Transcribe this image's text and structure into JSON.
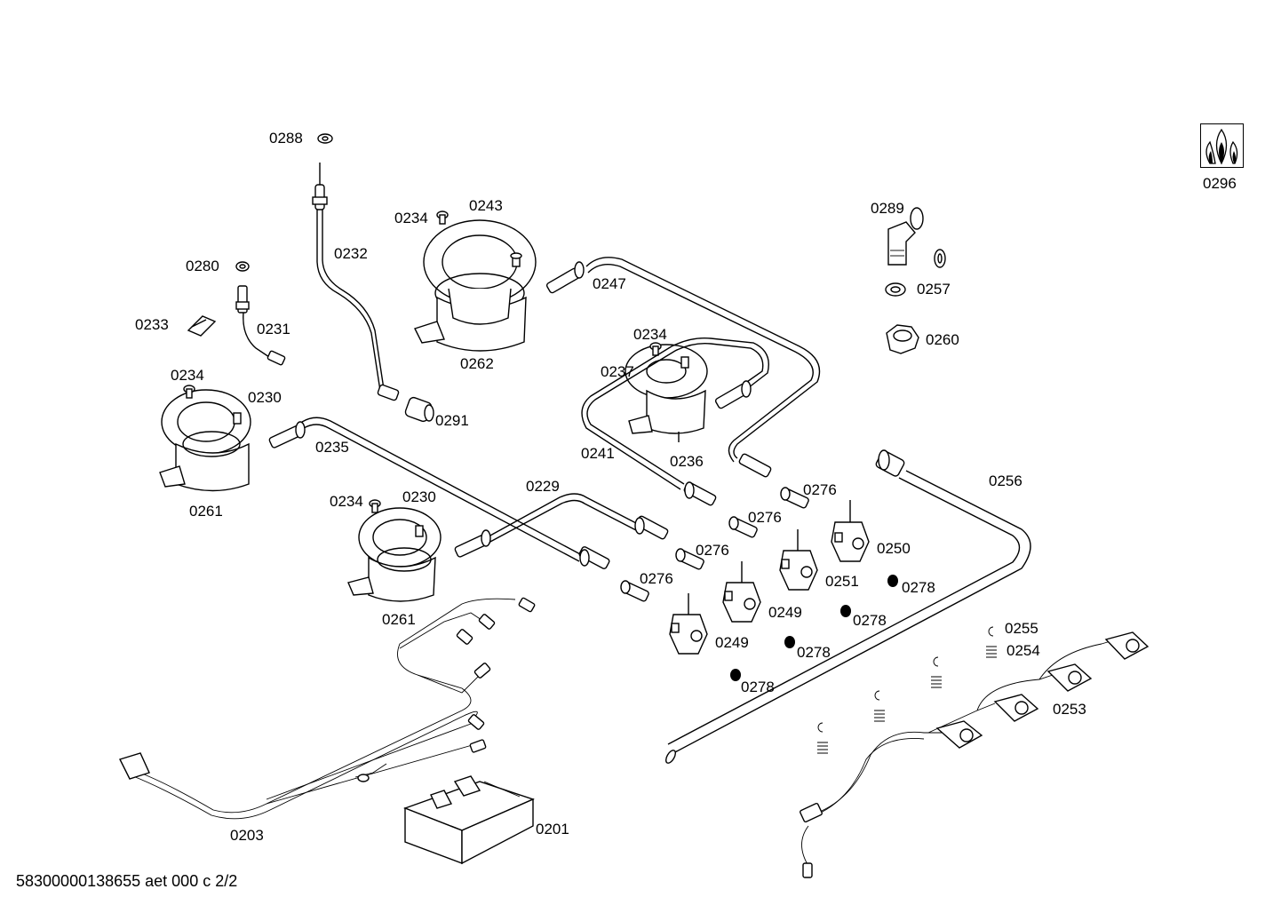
{
  "diagram": {
    "part_labels": {
      "p0288": "0288",
      "p0232": "0232",
      "p0234a": "0234",
      "p0243": "0243",
      "p0280": "0280",
      "p0233": "0233",
      "p0231": "0231",
      "p0247": "0247",
      "p0262": "0262",
      "p0234b": "0234",
      "p0237": "0237",
      "p0234c": "0234",
      "p0230a": "0230",
      "p0291": "0291",
      "p0235": "0235",
      "p0241": "0241",
      "p0236": "0236",
      "p0261a": "0261",
      "p0229": "0229",
      "p0234d": "0234",
      "p0230b": "0230",
      "p0276a": "0276",
      "p0276b": "0276",
      "p0276c": "0276",
      "p0276d": "0276",
      "p0250": "0250",
      "p0251": "0251",
      "p0249a": "0249",
      "p0249b": "0249",
      "p0261b": "0261",
      "p0278a": "0278",
      "p0278b": "0278",
      "p0278c": "0278",
      "p0278d": "0278",
      "p0256": "0256",
      "p0289": "0289",
      "p0257": "0257",
      "p0260": "0260",
      "p0296": "0296",
      "p0255": "0255",
      "p0254": "0254",
      "p0253": "0253",
      "p0203": "0203",
      "p0201": "0201"
    },
    "document_code": "58300000138655 aet 000 c 2/2",
    "icon": "gas-flames-icon"
  }
}
